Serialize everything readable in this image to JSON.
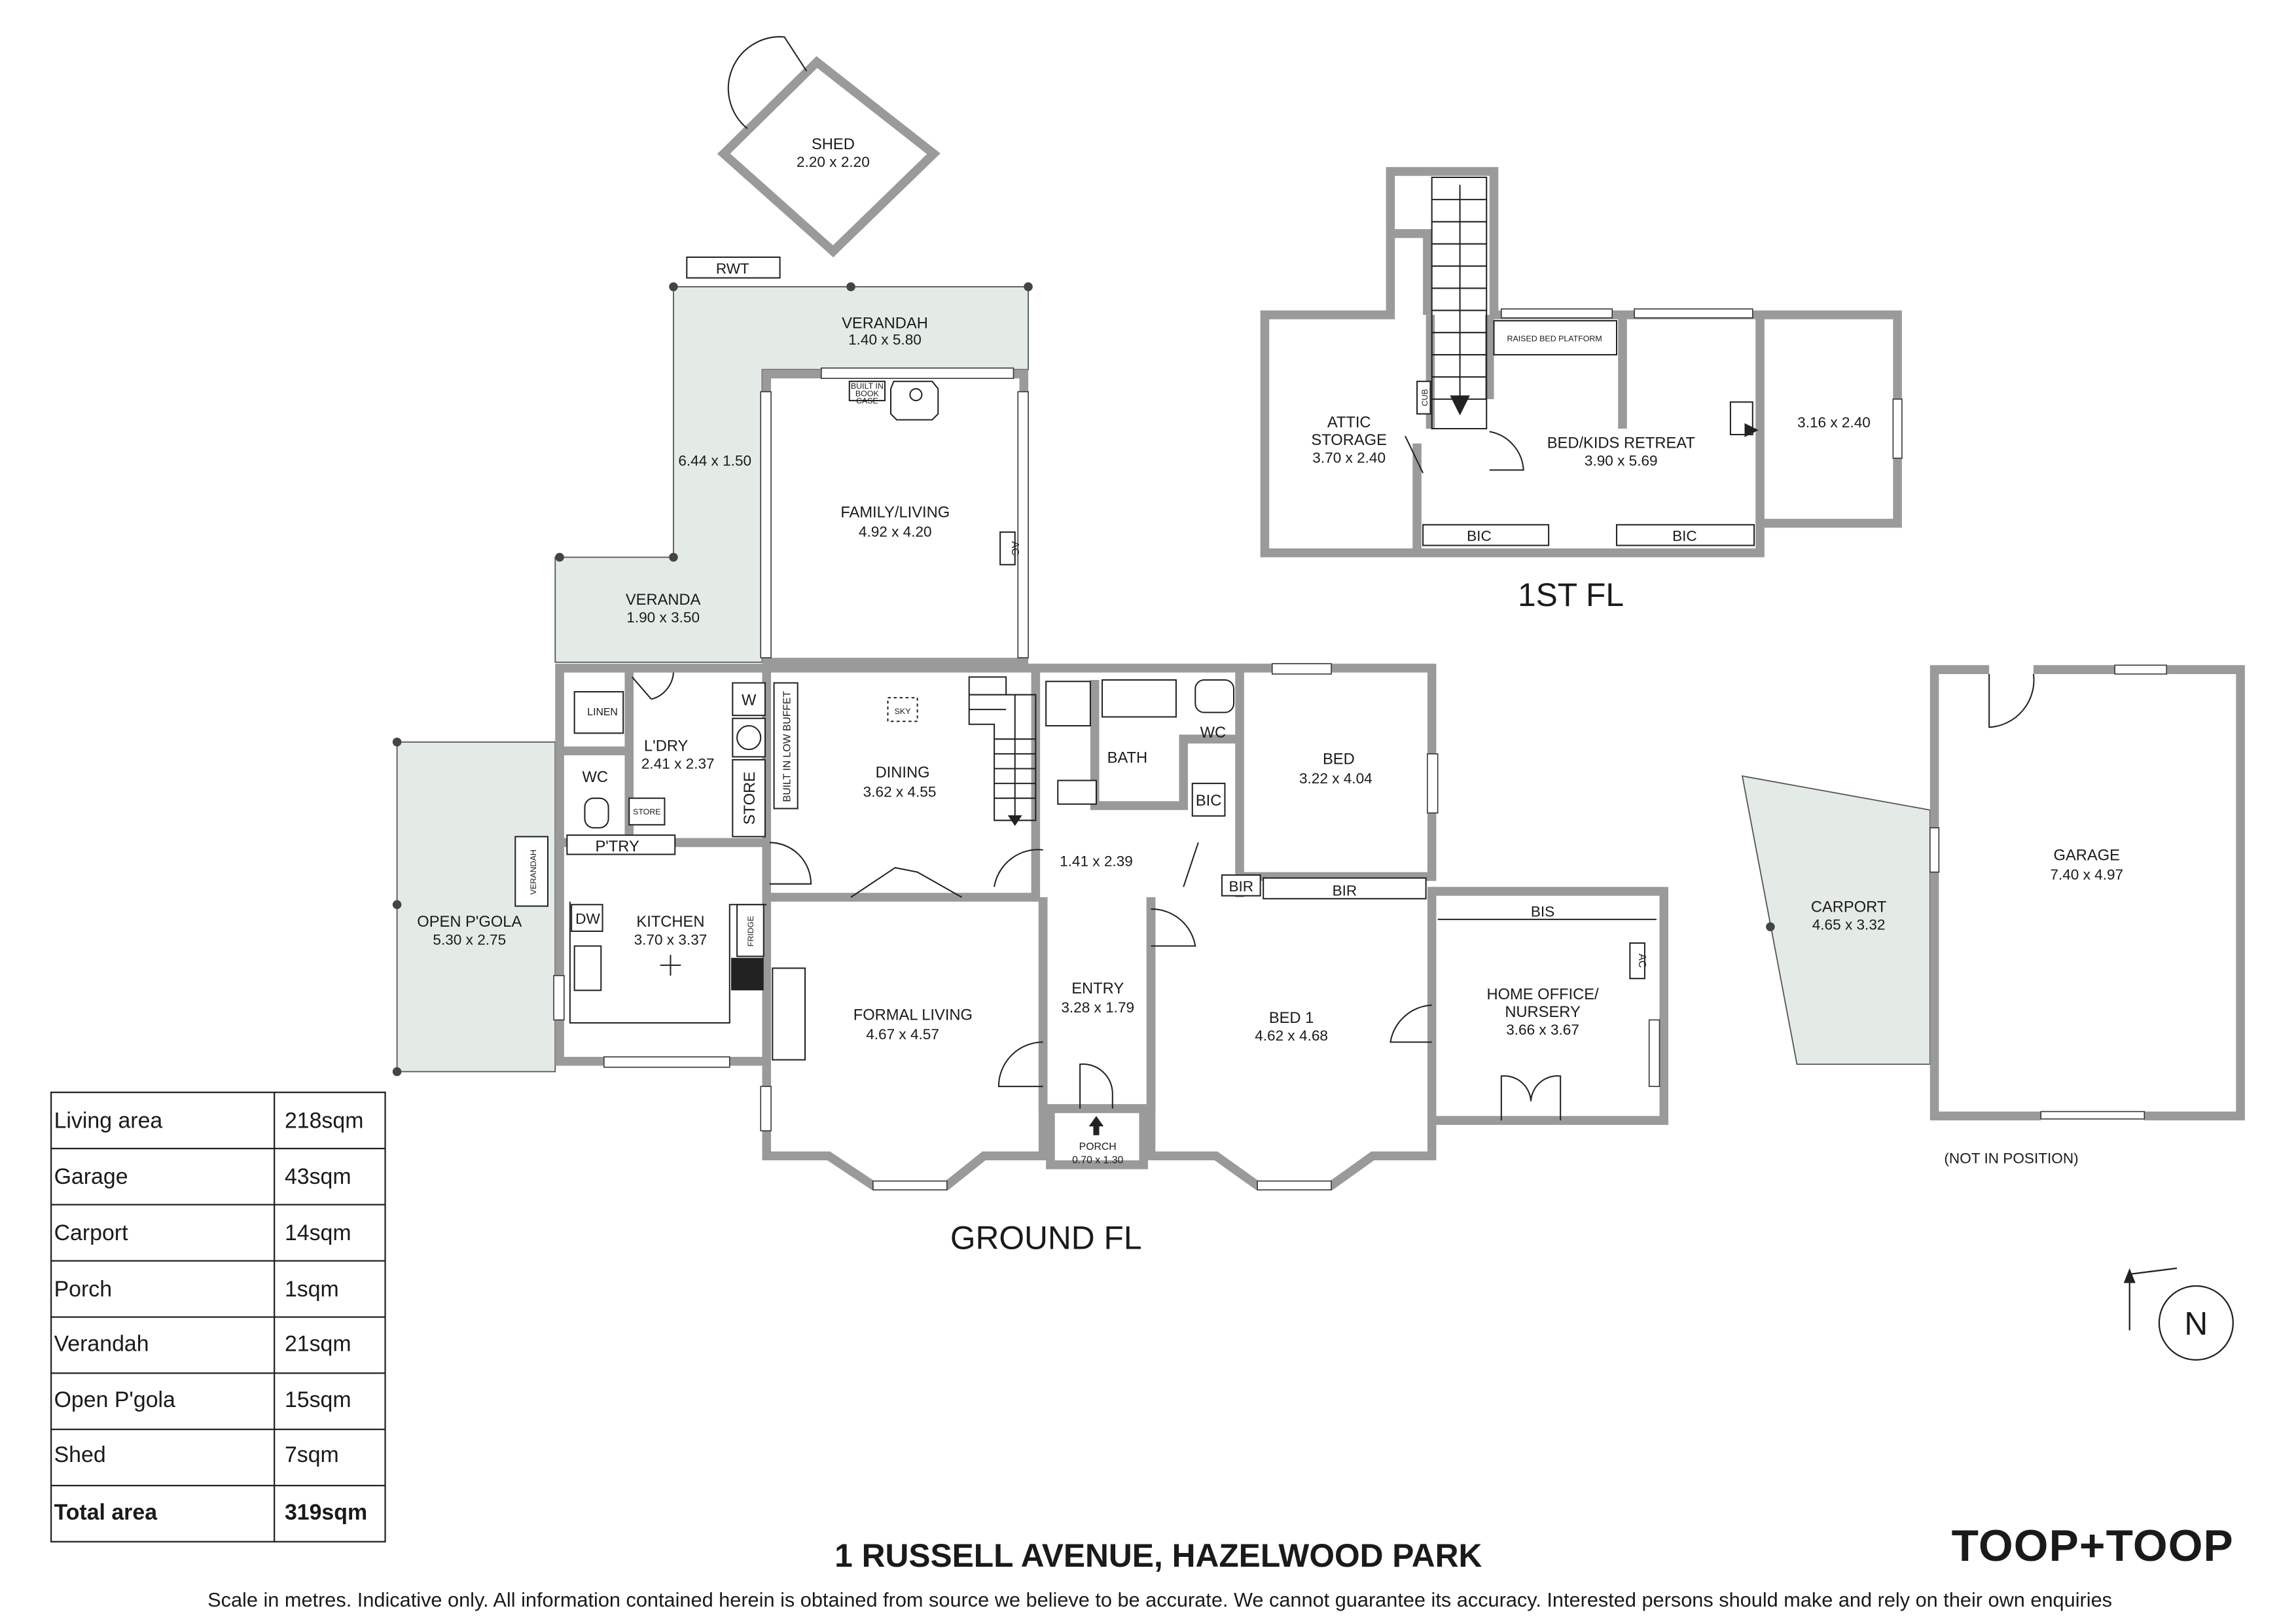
{
  "address": "1 RUSSELL AVENUE, HAZELWOOD PARK",
  "brand": "TOOP+TOOP",
  "disclaimer": "Scale in metres. Indicative only. All information contained herein is obtained from source we believe to be accurate. We cannot guarantee its accuracy. Interested persons should make and rely on their own enquiries",
  "floors": {
    "ground": "GROUND FL",
    "first": "1ST FL"
  },
  "colors": {
    "walls": "#9a9a9a",
    "outdoor_fill": "#e4ebe6"
  },
  "rooms": {
    "shed": {
      "name": "SHED",
      "dims": "2.20 x 2.20"
    },
    "rwt": {
      "name": "RWT"
    },
    "verandah": {
      "name": "VERANDAH",
      "dims": "1.40 x 5.80"
    },
    "verandah_side": {
      "dims": "6.44 x 1.50"
    },
    "veranda": {
      "name": "VERANDA",
      "dims": "1.90 x 3.50"
    },
    "family": {
      "name": "FAMILY/LIVING",
      "dims": "4.92 x 4.20"
    },
    "bookcase": {
      "lines": [
        "BUILT IN",
        "BOOK",
        "CASE"
      ]
    },
    "ac": "AC",
    "sky": "SKY",
    "linen": "LINEN",
    "laundry": {
      "name": "L'DRY",
      "dims": "2.41 x 2.37"
    },
    "wc": "WC",
    "store_small": "STORE",
    "store": "STORE",
    "washer": "W",
    "buffet": "BUILT IN LOW BUFFET",
    "pantry": "P'TRY",
    "verandah_small": "VERANDAH",
    "pergola": {
      "name": "OPEN P'GOLA",
      "dims": "5.30 x 2.75"
    },
    "kitchen": {
      "name": "KITCHEN",
      "dims": "3.70 x 3.37"
    },
    "dw": "DW",
    "fridge": "FRIDGE",
    "dining": {
      "name": "DINING",
      "dims": "3.62 x 4.55"
    },
    "formal": {
      "name": "FORMAL LIVING",
      "dims": "4.67 x 4.57"
    },
    "bath": {
      "name": "BATH"
    },
    "hall": {
      "dims": "1.41 x 2.39"
    },
    "wc2": "WC",
    "bic": "BIC",
    "bed": {
      "name": "BED",
      "dims": "3.22 x 4.04"
    },
    "bir_small": "BIR",
    "bir": "BIR",
    "entry": {
      "name": "ENTRY",
      "dims": "3.28 x 1.79"
    },
    "porch": {
      "name": "PORCH",
      "dims": "0.70 x 1.30"
    },
    "bed1": {
      "name": "BED 1",
      "dims": "4.62 x 4.68"
    },
    "bis": "BIS",
    "office": {
      "lines": [
        "HOME OFFICE/",
        "NURSERY"
      ],
      "dims": "3.66 x 3.67"
    },
    "attic": {
      "name": "ATTIC",
      "name2": "STORAGE",
      "dims": "3.70 x 2.40"
    },
    "cub": "CUB",
    "raised": "RAISED BED PLATFORM",
    "retreat": {
      "name": "BED/KIDS RETREAT",
      "dims": "3.90 x 5.69"
    },
    "upper_room": {
      "dims": "3.16 x 2.40"
    },
    "bic1": "BIC",
    "bic2": "BIC",
    "carport": {
      "name": "CARPORT",
      "dims": "4.65 x 3.32"
    },
    "garage": {
      "name": "GARAGE",
      "dims": "7.40 x 4.97"
    },
    "not_in_position": "(NOT IN POSITION)"
  },
  "compass": "N",
  "area_table": {
    "rows": [
      {
        "label": "Living area",
        "value": "218sqm"
      },
      {
        "label": "Garage",
        "value": "43sqm"
      },
      {
        "label": "Carport",
        "value": "14sqm"
      },
      {
        "label": "Porch",
        "value": "1sqm"
      },
      {
        "label": "Verandah",
        "value": "21sqm"
      },
      {
        "label": "Open P'gola",
        "value": "15sqm"
      },
      {
        "label": "Shed",
        "value": "7sqm"
      }
    ],
    "total": {
      "label": "Total area",
      "value": "319sqm"
    }
  }
}
